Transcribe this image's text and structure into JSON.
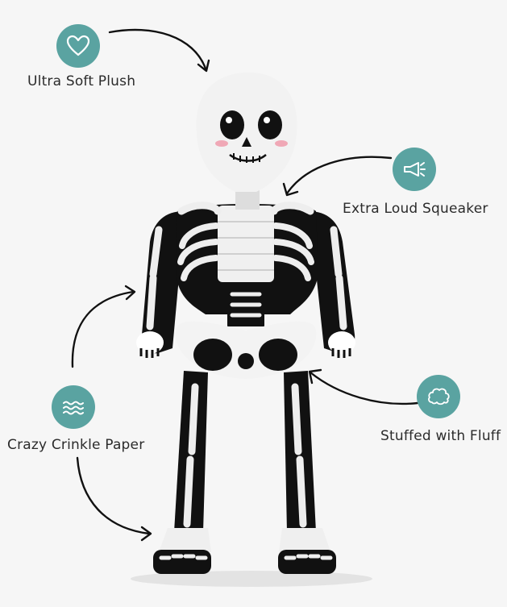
{
  "colors": {
    "background": "#f6f6f6",
    "badge": "#5aa3a1",
    "text": "#2b2b2b",
    "plush_white": "#efefef",
    "plush_black": "#111111",
    "blush": "#f0a8b6"
  },
  "features": [
    {
      "label": "Ultra Soft Plush",
      "icon": "heart-icon"
    },
    {
      "label": "Extra Loud Squeaker",
      "icon": "squeaker-icon"
    },
    {
      "label": "Crazy Crinkle Paper",
      "icon": "waves-icon"
    },
    {
      "label": "Stuffed with Fluff",
      "icon": "fluff-cloud-icon"
    }
  ]
}
